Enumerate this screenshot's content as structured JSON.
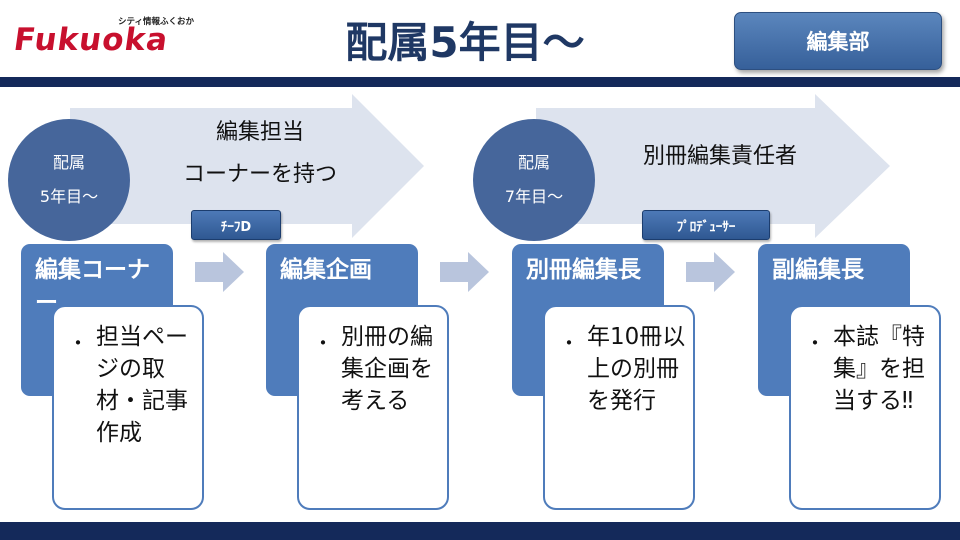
{
  "header": {
    "logo_text": "Fukuoka",
    "logo_tagline": "シティ情報ふくおか",
    "title": "配属5年目〜",
    "department": "編集部"
  },
  "phases": [
    {
      "circle_line1": "配属",
      "circle_line2": "5年目〜",
      "text_line1": "編集担当",
      "text_line2": "コーナーを持つ",
      "tag": "ﾁｰﾌD"
    },
    {
      "circle_line1": "配属",
      "circle_line2": "7年目〜",
      "text_line1": "別冊編集責任者",
      "tag": "ﾌﾟﾛﾃﾞｭｰｻｰ"
    }
  ],
  "stages": [
    {
      "title": "編集コーナー",
      "detail": "担当ページの取材・記事作成"
    },
    {
      "title": "編集企画",
      "detail": "別冊の編集企画を考える"
    },
    {
      "title": "別冊編集長",
      "detail": "年10冊以上の別冊を発行"
    },
    {
      "title": "副編集長",
      "detail": "本誌『特集』を担当する‼"
    }
  ],
  "bullet_symbol": "・",
  "colors": {
    "navy": "#14295a",
    "title": "#1f3864",
    "circle": "#46669b",
    "stage": "#4f7cbb",
    "arrow": "#dde3ee",
    "logo_red": "#c8102e"
  }
}
